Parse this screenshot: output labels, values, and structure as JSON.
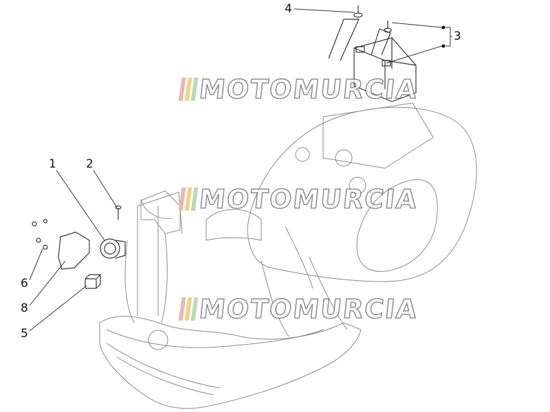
{
  "diagram": {
    "callouts": [
      {
        "id": "label-1",
        "text": "1"
      },
      {
        "id": "label-2",
        "text": "2"
      },
      {
        "id": "label-3",
        "text": "3"
      },
      {
        "id": "label-4",
        "text": "4"
      },
      {
        "id": "label-5",
        "text": "5"
      },
      {
        "id": "label-6",
        "text": "6"
      },
      {
        "id": "label-8",
        "text": "8"
      }
    ],
    "watermark": {
      "text": "MOTOMURCIA",
      "bar_colors": [
        "#e9b7b7",
        "#f1d28a",
        "#b9dcb0"
      ]
    },
    "colors": {
      "line": "#333333",
      "light_line": "#8a8a8a",
      "background": "#ffffff"
    }
  }
}
